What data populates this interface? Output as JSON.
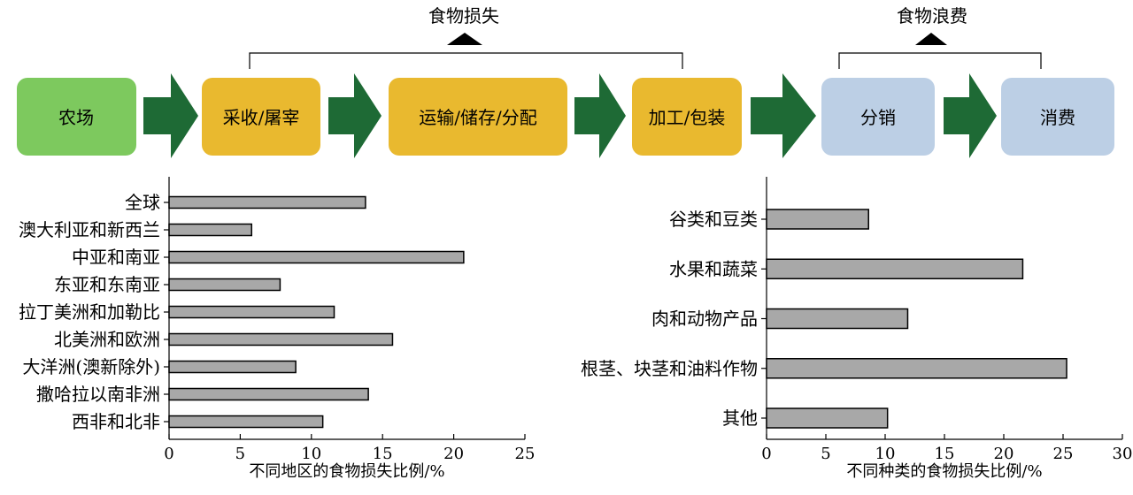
{
  "colors": {
    "farm": "#7dc95e",
    "loss_stage": "#e9b92f",
    "waste_stage": "#bccfe5",
    "arrow": "#1e6a35",
    "bar_fill": "#a8a8a8",
    "bar_stroke": "#000000"
  },
  "flow": {
    "stages": [
      "农场",
      "采收/屠宰",
      "运输/储存/分配",
      "加工/包装",
      "分销",
      "消费"
    ],
    "loss_label": "食物损失",
    "waste_label": "食物浪费"
  },
  "chart_data": [
    {
      "type": "bar",
      "orientation": "horizontal",
      "categories": [
        "全球",
        "澳大利亚和新西兰",
        "中亚和南亚",
        "东亚和东南亚",
        "拉丁美洲和加勒比",
        "北美洲和欧洲",
        "大洋洲(澳新除外)",
        "撒哈拉以南非洲",
        "西非和北非"
      ],
      "values": [
        13.8,
        5.8,
        20.7,
        7.8,
        11.6,
        15.7,
        8.9,
        14.0,
        10.8
      ],
      "xlabel": "不同地区的食物损失比例/%",
      "xlim": [
        0,
        25
      ],
      "xticks": [
        0,
        5,
        10,
        15,
        20,
        25
      ]
    },
    {
      "type": "bar",
      "orientation": "horizontal",
      "categories": [
        "谷类和豆类",
        "水果和蔬菜",
        "肉和动物产品",
        "根茎、块茎和油料作物",
        "其他"
      ],
      "values": [
        8.6,
        21.6,
        11.9,
        25.3,
        10.2
      ],
      "xlabel": "不同种类的食物损失比例/%",
      "xlim": [
        0,
        30
      ],
      "xticks": [
        0,
        5,
        10,
        15,
        20,
        25,
        30
      ]
    }
  ]
}
